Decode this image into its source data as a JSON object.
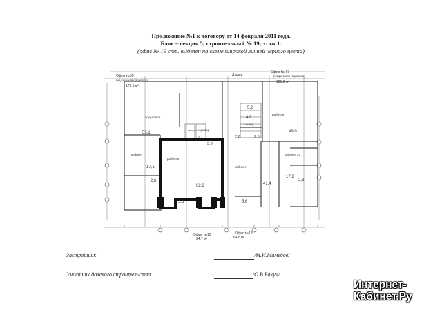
{
  "header": {
    "line1": "Приложение №1 к договору от 14 февраля 2011 года.",
    "line2": "Блок – секция 5; строительный № 19; этаж 1.",
    "line3": "(офис № 19 стр. выделен на схеме широкой линией черного цвета)"
  },
  "plan": {
    "top_labels": {
      "office_left": "Офис №20",
      "office_left_sub": "(надземная парковка)",
      "office_left_area": "172,6 м²",
      "office_right": "Офис № 17",
      "office_right_sub": "(надземная парковка)",
      "office_right_area": "121,8 м²",
      "top_mid": "Душев"
    },
    "rooms": [
      {
        "key": "r551",
        "area": "55,1"
      },
      {
        "key": "r171",
        "area": "17,1"
      },
      {
        "key": "r26a",
        "area": "2,6"
      },
      {
        "key": "r56l",
        "area": "5,6"
      },
      {
        "key": "r628",
        "area": "62,8"
      },
      {
        "key": "r27",
        "area": "2,7"
      },
      {
        "key": "r58",
        "area": "5,8"
      },
      {
        "key": "r56r",
        "area": "5,6"
      },
      {
        "key": "r52",
        "area": "5,2"
      },
      {
        "key": "r48",
        "area": "4,8"
      },
      {
        "key": "r26b",
        "area": "2,6"
      },
      {
        "key": "r26c",
        "area": "2,6"
      },
      {
        "key": "r499",
        "area": "49,9"
      },
      {
        "key": "r414",
        "area": "41,4"
      },
      {
        "key": "r172",
        "area": "17,2"
      },
      {
        "key": "r23",
        "area": "2,3"
      }
    ],
    "room_words": {
      "rabochaya": "рабочая",
      "rabochaya_right": "рабочая",
      "koridor": "коридор",
      "sanuzel": "санузел",
      "kabinet_left": "кабинет",
      "kabinet_right": "кабинет",
      "podsobnoe": "подсобное",
      "tambur": "тамбур",
      "kabinet_15": "кабинет 15"
    },
    "bottom_labels": {
      "office_left": "Офис №19",
      "office_left_area": "94,7 м²",
      "office_right": "Офис №18",
      "office_right_area": "64,8 м²"
    }
  },
  "signatures": [
    {
      "role": "Застройщик",
      "name": "/М.И.Мамедов/"
    },
    {
      "role": "Участник долевого строительства",
      "name": "/О.В.Бакун/"
    }
  ],
  "watermark": {
    "line1": "Интернет-",
    "line2": "Кабинет.Ру"
  },
  "colors": {
    "ink": "#333333",
    "highlight": "#111111",
    "background": "#ffffff"
  }
}
